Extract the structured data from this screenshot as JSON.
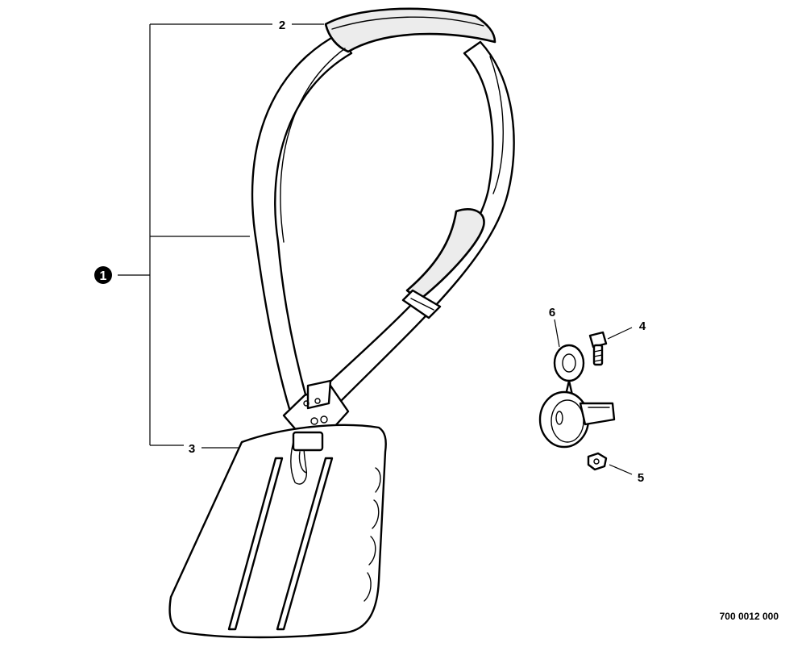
{
  "callouts": {
    "main": "1",
    "harness_strap": "2",
    "hook": "3",
    "screw": "4",
    "nut": "5",
    "clamp": "6"
  },
  "reference_code": "700 0012 000"
}
